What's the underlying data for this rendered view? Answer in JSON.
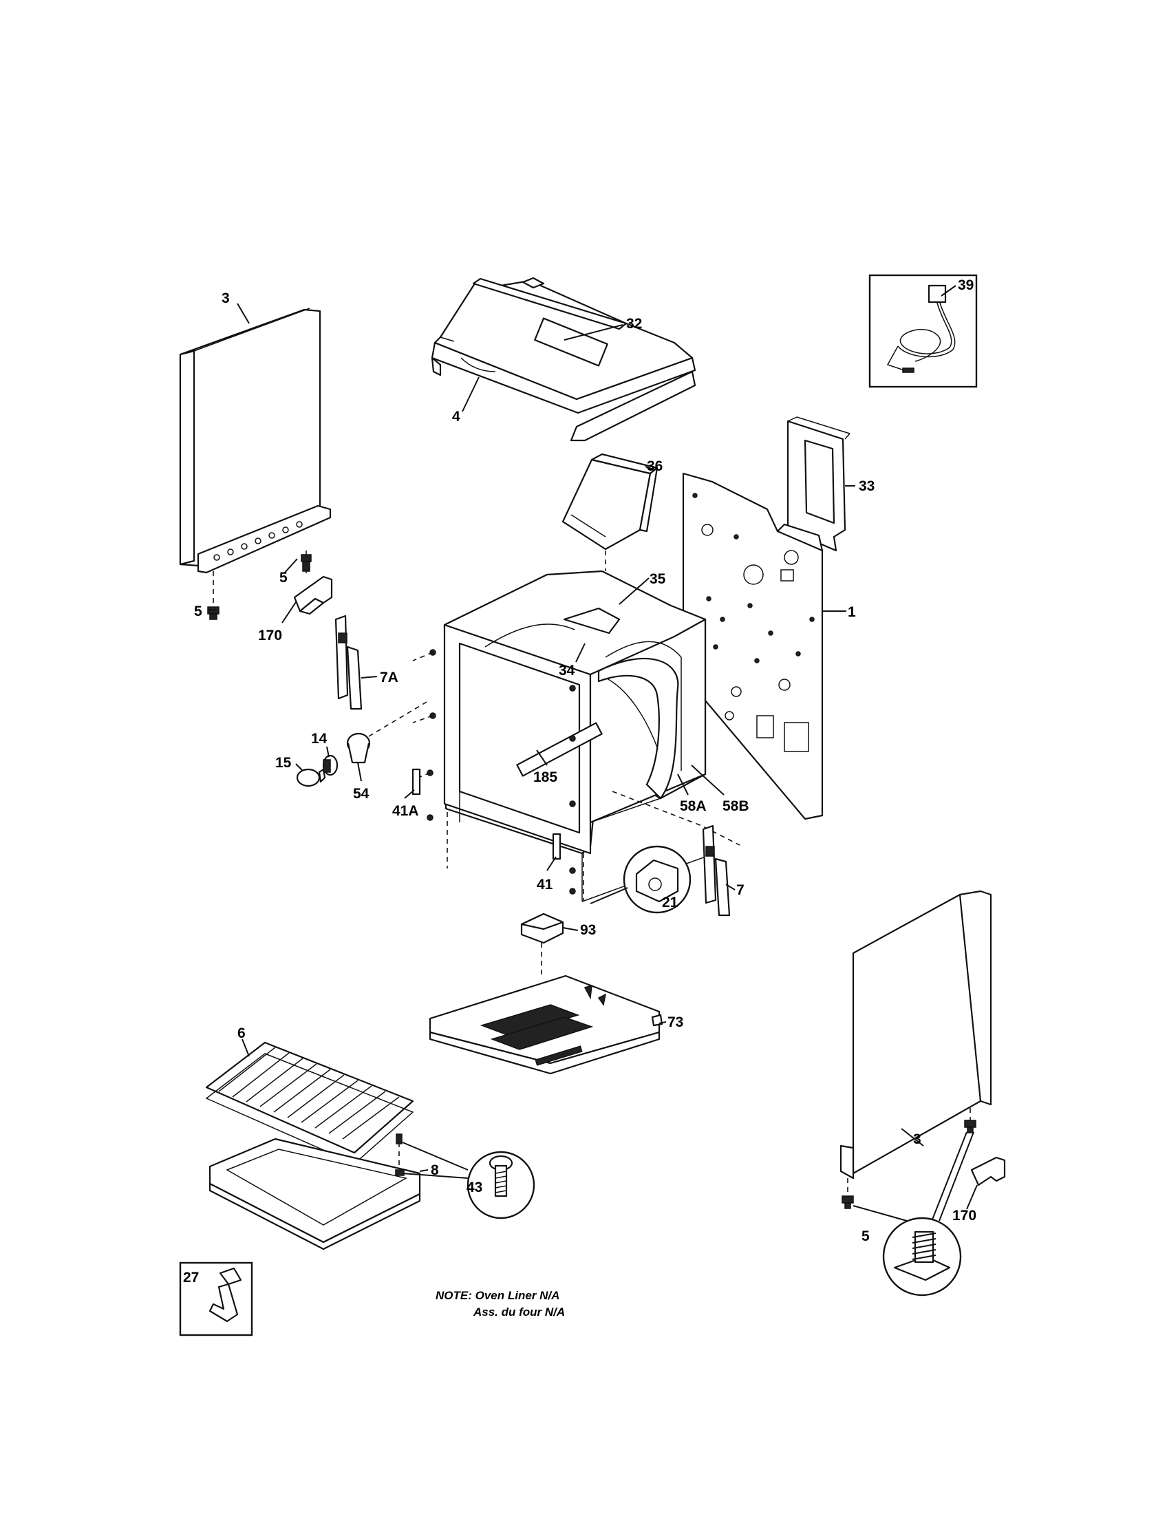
{
  "callouts": {
    "c1": "1",
    "c3a": "3",
    "c3b": "3",
    "c4": "4",
    "c5a": "5",
    "c5b": "5",
    "c5c": "5",
    "c6": "6",
    "c7": "7",
    "c7a": "7A",
    "c8": "8",
    "c14": "14",
    "c15": "15",
    "c21": "21",
    "c27": "27",
    "c32": "32",
    "c33": "33",
    "c34": "34",
    "c35": "35",
    "c36": "36",
    "c39": "39",
    "c41": "41",
    "c41a": "41A",
    "c43": "43",
    "c54": "54",
    "c58a": "58A",
    "c58b": "58B",
    "c73": "73",
    "c93": "93",
    "c170a": "170",
    "c170b": "170",
    "c185": "185"
  },
  "note": {
    "line1": "NOTE: Oven Liner N/A",
    "line2": "Ass. du four N/A"
  }
}
